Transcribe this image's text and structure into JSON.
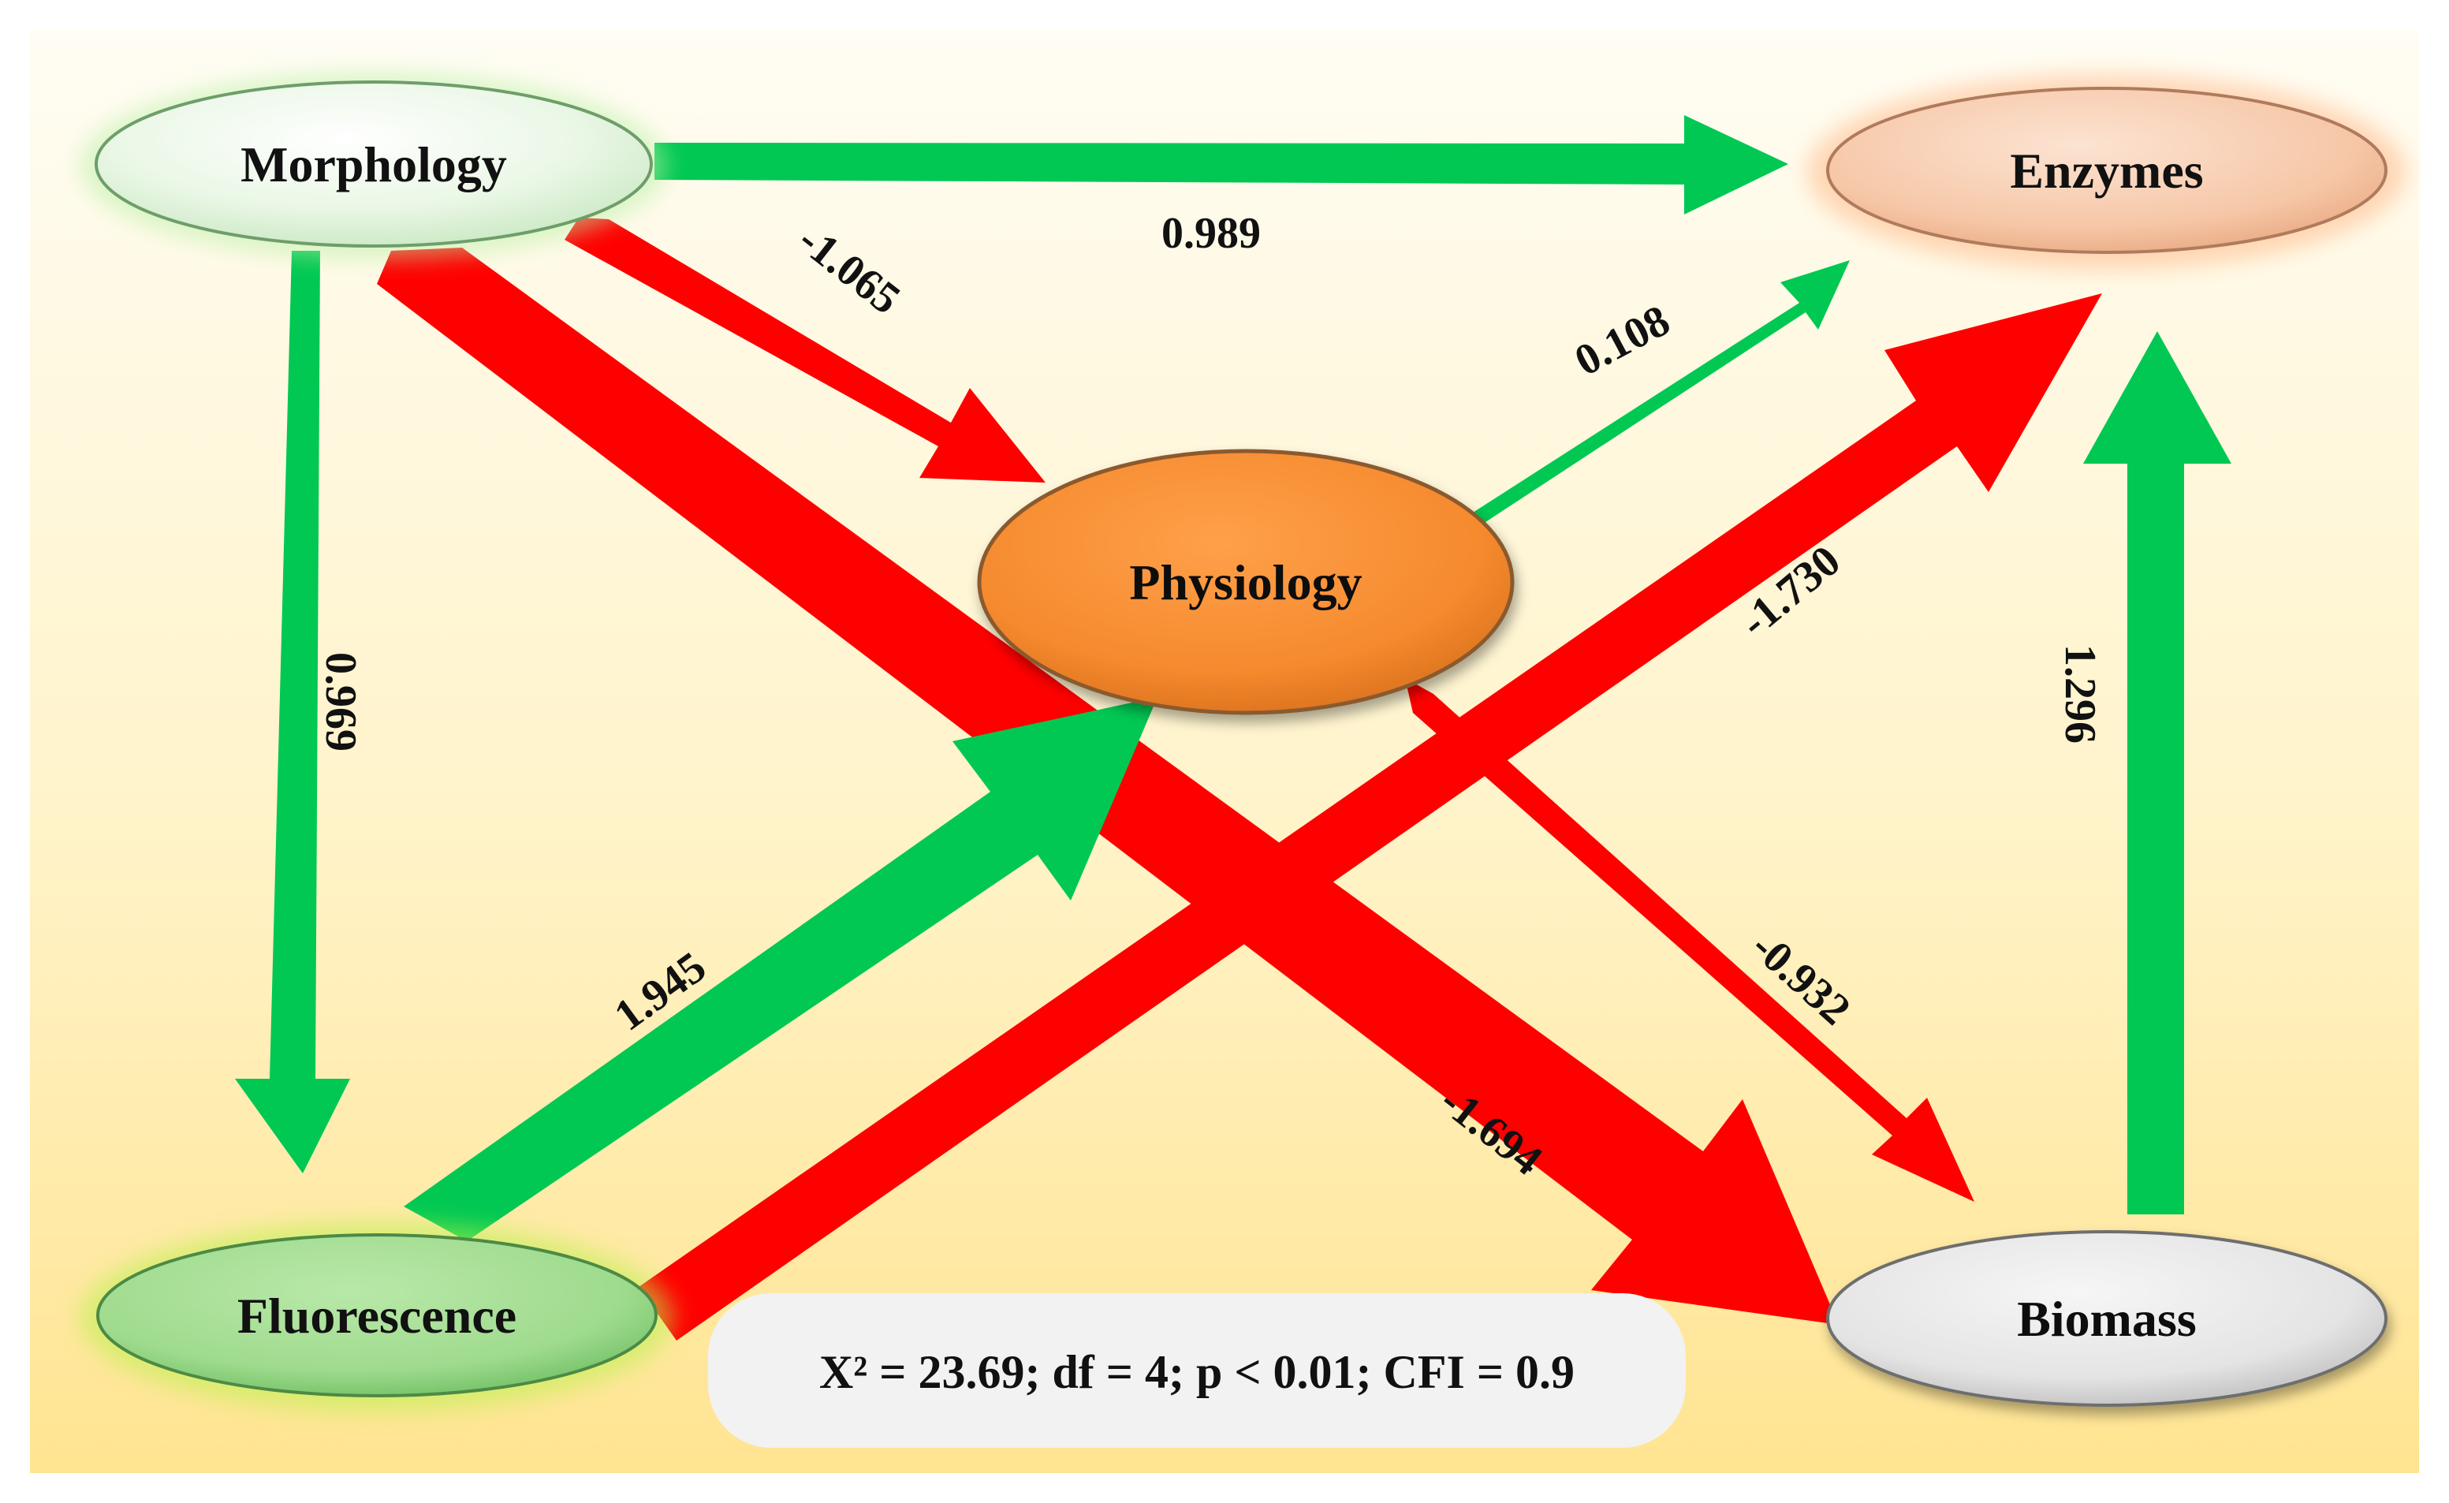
{
  "nodes": {
    "morphology": "Morphology",
    "enzymes": "Enzymes",
    "physiology": "Physiology",
    "fluorescence": "Fluorescence",
    "biomass": "Biomass"
  },
  "paths": {
    "morphology_enzymes": "0.989",
    "morphology_physiology": "-1.065",
    "physiology_enzymes": "0.108",
    "morphology_fluorescence": "0.969",
    "fluorescence_enzymes": "-1.730",
    "biomass_enzymes": "1.296",
    "fluorescence_physiology": "1.945",
    "physiology_biomass": "-0.932",
    "morphology_biomass": "-1.694"
  },
  "fit_stats": "X² = 23.69; df = 4; p < 0.01; CFI = 0.9",
  "colors": {
    "positive": "#00C853",
    "negative": "#FF0000",
    "background_top": "#FFFDF2",
    "background_bottom": "#FFE79A"
  }
}
